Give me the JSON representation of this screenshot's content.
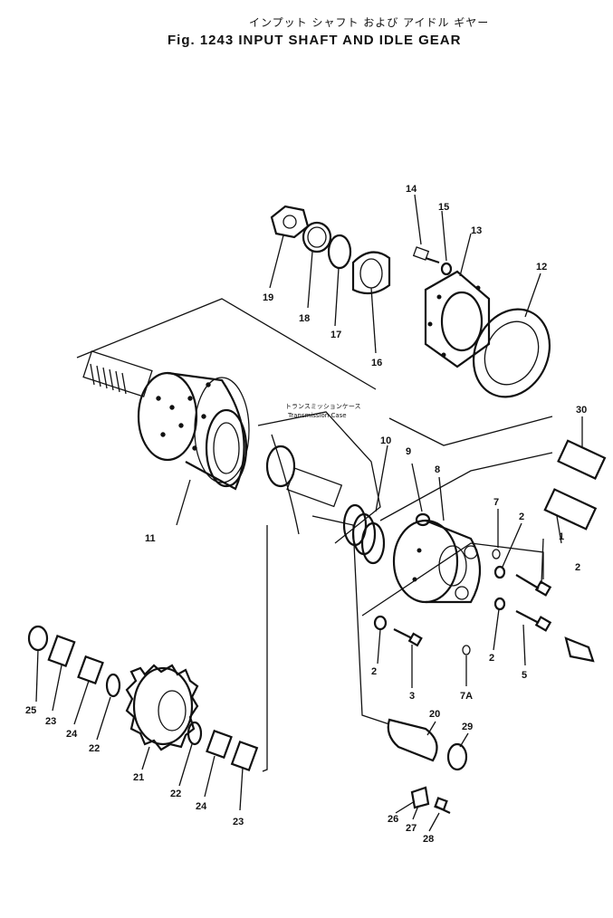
{
  "title": {
    "japanese": "インプット シャフト および アイドル ギヤー",
    "english": "Fig. 1243  INPUT SHAFT AND IDLE GEAR"
  },
  "annotation": {
    "jp": "トランスミッションケース",
    "en": "Transmission Case"
  },
  "callouts": [
    "1",
    "2",
    "3",
    "5",
    "7",
    "7A",
    "8",
    "9",
    "10",
    "11",
    "12",
    "13",
    "14",
    "15",
    "16",
    "17",
    "18",
    "19",
    "20",
    "21",
    "22",
    "23",
    "24",
    "25",
    "26",
    "27",
    "28",
    "29",
    "30"
  ]
}
